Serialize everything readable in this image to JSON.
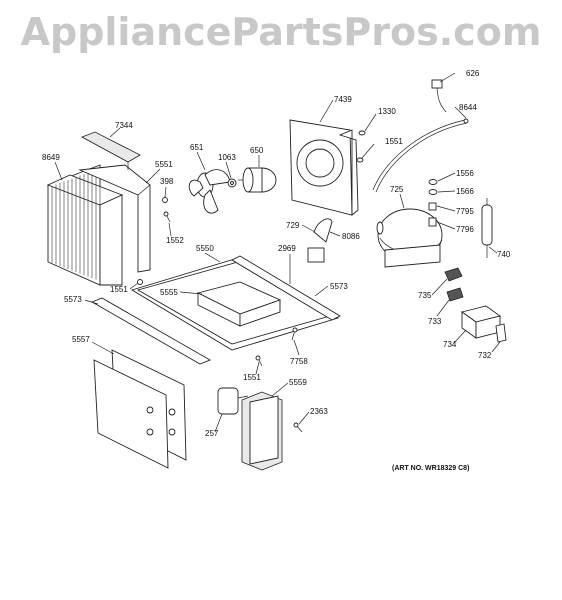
{
  "watermark": "AppliancePartsPros.com",
  "art_number": "(ART NO. WR18329 C8)",
  "callouts": [
    {
      "id": "626",
      "text": "626"
    },
    {
      "id": "8644",
      "text": "8644"
    },
    {
      "id": "7439",
      "text": "7439"
    },
    {
      "id": "1330",
      "text": "1330"
    },
    {
      "id": "1551a",
      "text": "1551"
    },
    {
      "id": "7344",
      "text": "7344"
    },
    {
      "id": "8649",
      "text": "8649"
    },
    {
      "id": "5551",
      "text": "5551"
    },
    {
      "id": "651",
      "text": "651"
    },
    {
      "id": "1063",
      "text": "1063"
    },
    {
      "id": "650",
      "text": "650"
    },
    {
      "id": "398",
      "text": "398"
    },
    {
      "id": "1552",
      "text": "1552"
    },
    {
      "id": "1556",
      "text": "1556"
    },
    {
      "id": "1566",
      "text": "1566"
    },
    {
      "id": "725",
      "text": "725"
    },
    {
      "id": "7795",
      "text": "7795"
    },
    {
      "id": "7796",
      "text": "7796"
    },
    {
      "id": "729",
      "text": "729"
    },
    {
      "id": "8086",
      "text": "8086"
    },
    {
      "id": "740",
      "text": "740"
    },
    {
      "id": "5550",
      "text": "5550"
    },
    {
      "id": "2969",
      "text": "2969"
    },
    {
      "id": "1551b",
      "text": "1551"
    },
    {
      "id": "5555",
      "text": "5555"
    },
    {
      "id": "5573a",
      "text": "5573"
    },
    {
      "id": "5573b",
      "text": "5573"
    },
    {
      "id": "735",
      "text": "735"
    },
    {
      "id": "733",
      "text": "733"
    },
    {
      "id": "734",
      "text": "734"
    },
    {
      "id": "732",
      "text": "732"
    },
    {
      "id": "5557",
      "text": "5557"
    },
    {
      "id": "7758",
      "text": "7758"
    },
    {
      "id": "1551c",
      "text": "1551"
    },
    {
      "id": "5559",
      "text": "5559"
    },
    {
      "id": "2363",
      "text": "2363"
    },
    {
      "id": "257",
      "text": "257"
    }
  ]
}
